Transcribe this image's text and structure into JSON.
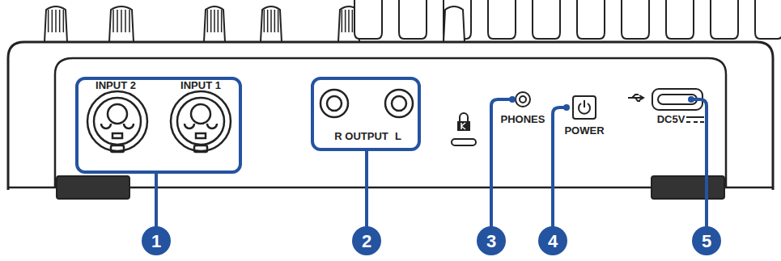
{
  "diagram": {
    "labels": [
      "INPUT 2",
      "INPUT 1",
      "R",
      "OUTPUT",
      "L",
      "PHONES",
      "POWER",
      "DC5V",
      "1",
      "2",
      "3",
      "4",
      "5"
    ]
  }
}
